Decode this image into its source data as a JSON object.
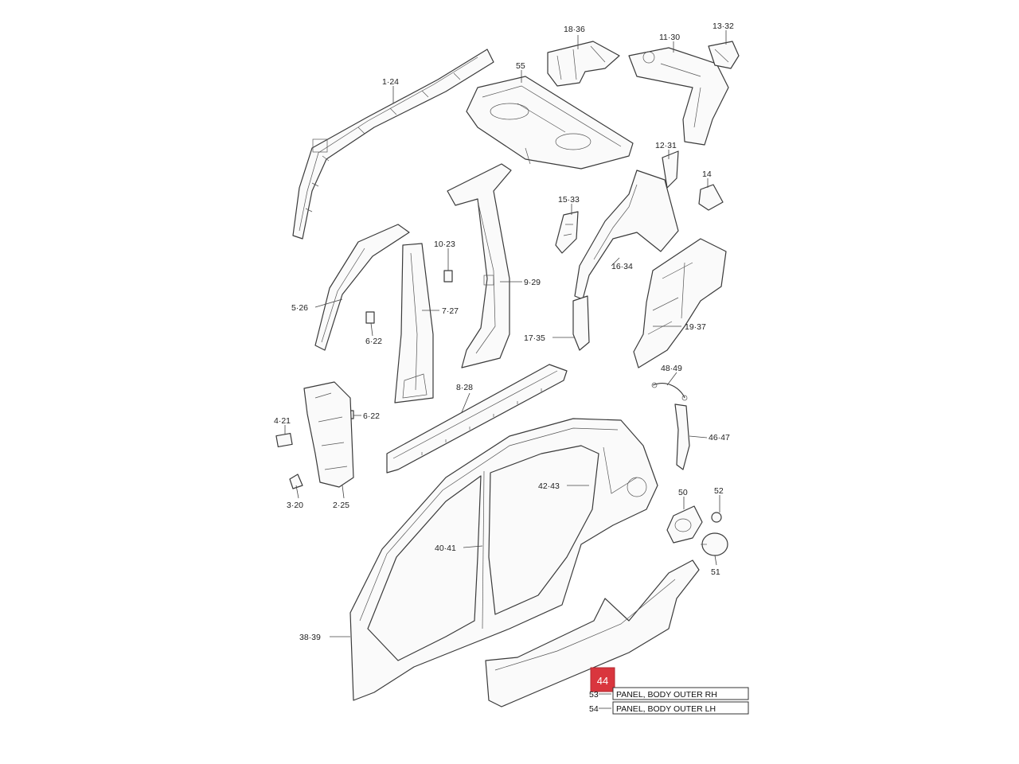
{
  "labels": {
    "p1_24": "1·24",
    "p18_36": "18·36",
    "p55": "55",
    "p11_30": "11·30",
    "p13_32": "13·32",
    "p12_31": "12·31",
    "p14": "14",
    "p15_33": "15·33",
    "p10_23": "10·23",
    "p9_29": "9·29",
    "p16_34": "16·34",
    "p5_26": "5·26",
    "p7_27": "7·27",
    "p6_22a": "6·22",
    "p17_35": "17·35",
    "p19_37": "19·37",
    "p48_49": "48·49",
    "p8_28": "8·28",
    "p4_21": "4·21",
    "p6_22b": "6·22",
    "p46_47": "46·47",
    "p42_43": "42·43",
    "p50": "50",
    "p52": "52",
    "p3_20": "3·20",
    "p2_25": "2·25",
    "p40_41": "40·41",
    "p51": "51",
    "p38_39": "38·39"
  },
  "badge": {
    "number": "44",
    "color": "#d9363e"
  },
  "legend": {
    "items": [
      {
        "num": "53",
        "text": "PANEL, BODY OUTER RH"
      },
      {
        "num": "54",
        "text": "PANEL, BODY OUTER LH"
      }
    ]
  }
}
